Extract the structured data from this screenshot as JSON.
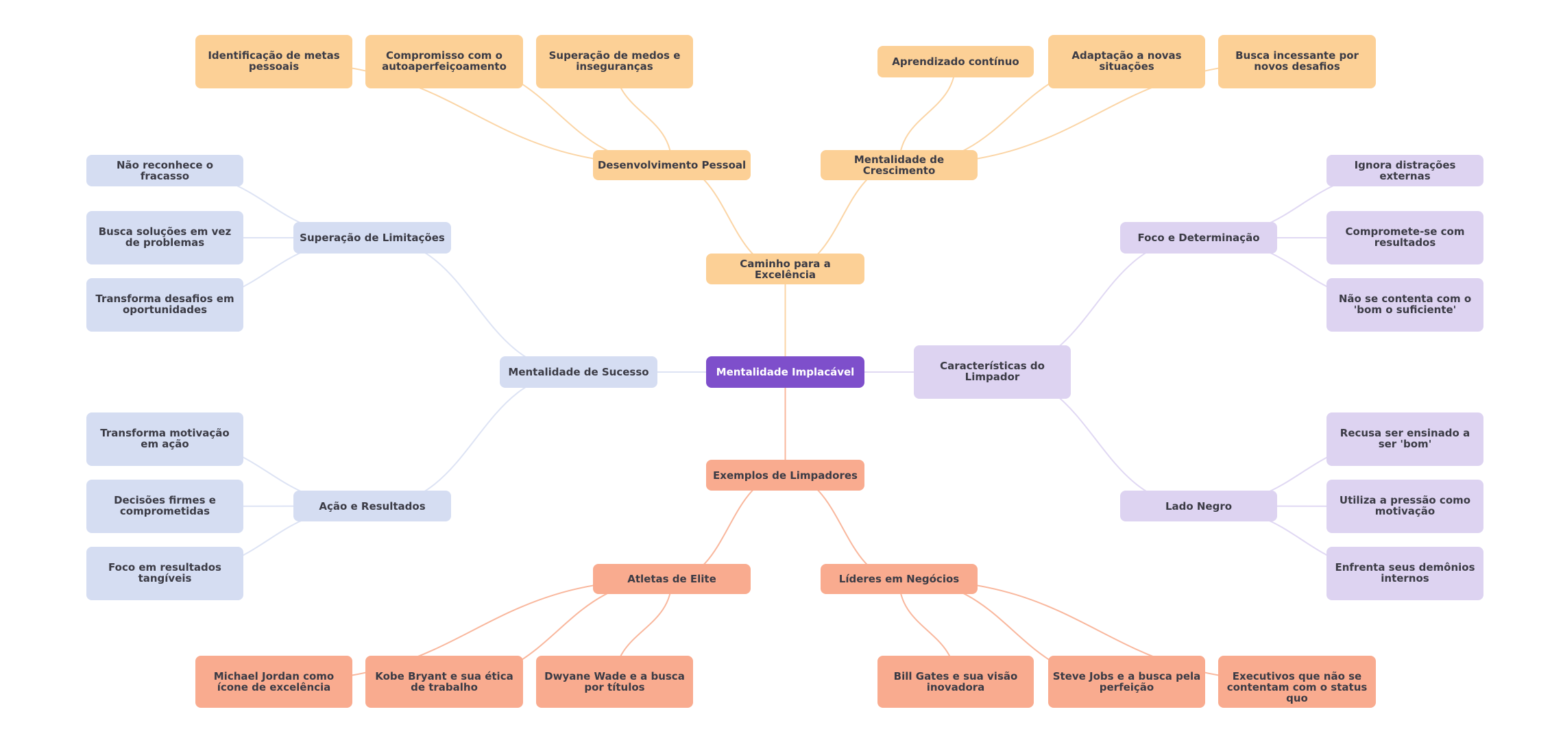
{
  "colors": {
    "root": "#7e4fcb",
    "orange": "#fcd096",
    "orange_line": "#fbd5a6",
    "salmon": "#f9ab8f",
    "salmon_line": "#f9b79d",
    "blue": "#d5ddf2",
    "blue_line": "#dde3f4",
    "lavender": "#ddd3f1",
    "lavender_line": "#e0d8f3"
  },
  "mindmap": {
    "root": {
      "id": "root",
      "label": "Mentalidade Implacável"
    },
    "nodes": [
      {
        "id": "caminho",
        "parent": "root",
        "label": "Caminho para a Excelência",
        "color": "orange"
      },
      {
        "id": "desenv",
        "parent": "caminho",
        "label": "Desenvolvimento Pessoal",
        "color": "orange"
      },
      {
        "id": "cresc",
        "parent": "caminho",
        "label": "Mentalidade de Crescimento",
        "color": "orange"
      },
      {
        "id": "d1",
        "parent": "desenv",
        "label": "Identificação de metas pessoais",
        "color": "orange"
      },
      {
        "id": "d2",
        "parent": "desenv",
        "label": "Compromisso com o autoaperfeiçoamento",
        "color": "orange"
      },
      {
        "id": "d3",
        "parent": "desenv",
        "label": "Superação de medos e inseguranças",
        "color": "orange"
      },
      {
        "id": "c1",
        "parent": "cresc",
        "label": "Aprendizado contínuo",
        "color": "orange"
      },
      {
        "id": "c2",
        "parent": "cresc",
        "label": "Adaptação a novas situações",
        "color": "orange"
      },
      {
        "id": "c3",
        "parent": "cresc",
        "label": "Busca incessante por novos desafios",
        "color": "orange"
      },
      {
        "id": "sucesso",
        "parent": "root",
        "label": "Mentalidade de Sucesso",
        "color": "blue"
      },
      {
        "id": "superacao",
        "parent": "sucesso",
        "label": "Superação de Limitações",
        "color": "blue"
      },
      {
        "id": "s1",
        "parent": "superacao",
        "label": "Não reconhece o fracasso",
        "color": "blue"
      },
      {
        "id": "s2",
        "parent": "superacao",
        "label": "Busca soluções em vez de problemas",
        "color": "blue"
      },
      {
        "id": "s3",
        "parent": "superacao",
        "label": "Transforma desafios em oportunidades",
        "color": "blue"
      },
      {
        "id": "acao",
        "parent": "sucesso",
        "label": "Ação e Resultados",
        "color": "blue"
      },
      {
        "id": "a1",
        "parent": "acao",
        "label": "Transforma motivação em ação",
        "color": "blue"
      },
      {
        "id": "a2",
        "parent": "acao",
        "label": "Decisões firmes e comprometidas",
        "color": "blue"
      },
      {
        "id": "a3",
        "parent": "acao",
        "label": "Foco em resultados tangíveis",
        "color": "blue"
      },
      {
        "id": "caract",
        "parent": "root",
        "label": "Características do Limpador",
        "color": "lavender"
      },
      {
        "id": "foco",
        "parent": "caract",
        "label": "Foco e Determinação",
        "color": "lavender"
      },
      {
        "id": "f1",
        "parent": "foco",
        "label": "Ignora distrações externas",
        "color": "lavender"
      },
      {
        "id": "f2",
        "parent": "foco",
        "label": "Compromete-se com resultados",
        "color": "lavender"
      },
      {
        "id": "f3",
        "parent": "foco",
        "label": "Não se contenta com o 'bom o suficiente'",
        "color": "lavender"
      },
      {
        "id": "lado",
        "parent": "caract",
        "label": "Lado Negro",
        "color": "lavender"
      },
      {
        "id": "l1",
        "parent": "lado",
        "label": "Recusa ser ensinado a ser 'bom'",
        "color": "lavender"
      },
      {
        "id": "l2",
        "parent": "lado",
        "label": "Utiliza a pressão como motivação",
        "color": "lavender"
      },
      {
        "id": "l3",
        "parent": "lado",
        "label": "Enfrenta seus demônios internos",
        "color": "lavender"
      },
      {
        "id": "exemplos",
        "parent": "root",
        "label": "Exemplos de Limpadores",
        "color": "salmon"
      },
      {
        "id": "atletas",
        "parent": "exemplos",
        "label": "Atletas de Elite",
        "color": "salmon"
      },
      {
        "id": "e1",
        "parent": "atletas",
        "label": "Michael Jordan como ícone de excelência",
        "color": "salmon"
      },
      {
        "id": "e2",
        "parent": "atletas",
        "label": "Kobe Bryant e sua ética de trabalho",
        "color": "salmon"
      },
      {
        "id": "e3",
        "parent": "atletas",
        "label": "Dwyane Wade e a busca por títulos",
        "color": "salmon"
      },
      {
        "id": "lideres",
        "parent": "exemplos",
        "label": "Líderes em Negócios",
        "color": "salmon"
      },
      {
        "id": "b1",
        "parent": "lideres",
        "label": "Bill Gates e sua visão inovadora",
        "color": "salmon"
      },
      {
        "id": "b2",
        "parent": "lideres",
        "label": "Steve Jobs e a busca pela perfeição",
        "color": "salmon"
      },
      {
        "id": "b3",
        "parent": "lideres",
        "label": "Executivos que não se contentam com o status quo",
        "color": "salmon"
      }
    ]
  }
}
